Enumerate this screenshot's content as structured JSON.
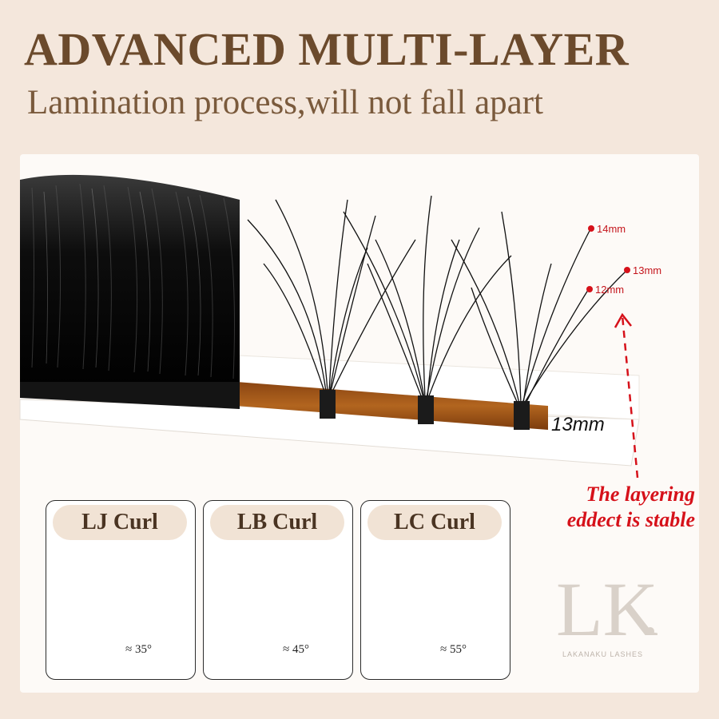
{
  "header": {
    "title": "ADVANCED MULTI-LAYER",
    "subtitle": "Lamination process,will not fall apart"
  },
  "diagram": {
    "tray_length": "13mm",
    "lengths": [
      "14mm",
      "13mm",
      "12mm"
    ],
    "stable_note_line1": "The layering",
    "stable_note_line2": "eddect is stable"
  },
  "curls": [
    {
      "name": "LJ Curl",
      "angle": "≈ 35°"
    },
    {
      "name": "LB Curl",
      "angle": "≈ 45°"
    },
    {
      "name": "LC Curl",
      "angle": "≈ 55°"
    }
  ],
  "brand": {
    "monogram": "LK",
    "name": "LAKANAKU LASHES"
  },
  "colors": {
    "background": "#f4e7dc",
    "heading": "#6b4a2c",
    "accent_red": "#d6111a",
    "tray_brown": "#a4581a"
  }
}
